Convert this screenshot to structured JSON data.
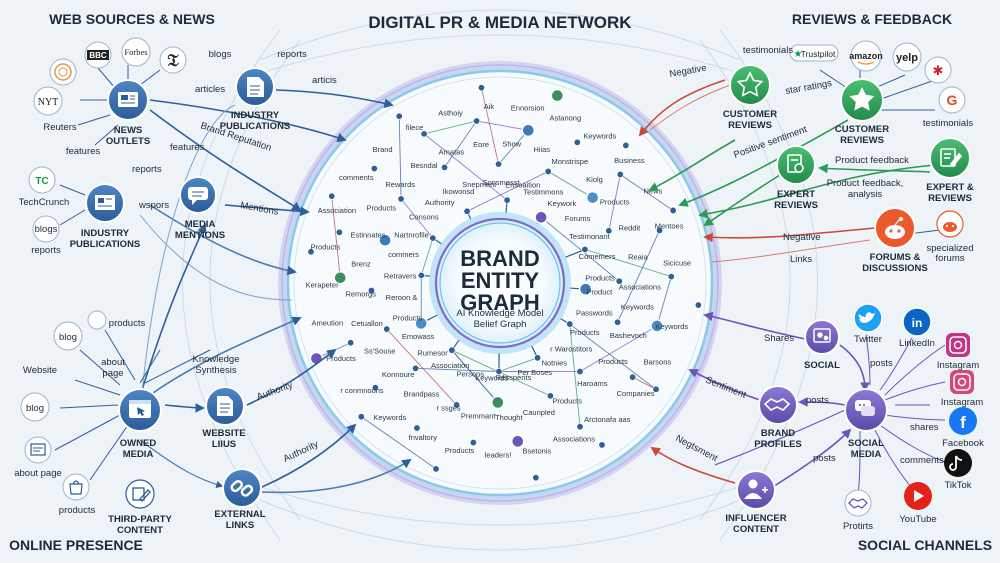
{
  "title": "DIGITAL PR & MEDIA NETWORK",
  "corners": {
    "tl": "WEB SOURCES & NEWS",
    "tr": "REVIEWS & FEEDBACK",
    "bl": "ONLINE PRESENCE",
    "br": "SOCIAL CHANNELS"
  },
  "center": {
    "line1": "BRAND",
    "line2": "ENTITY",
    "line3": "GRAPH",
    "sub1": "AI Knowledge Model",
    "sub2": "Belief Graph"
  },
  "hubs": {
    "news_outlets": [
      "NEWS",
      "OUTLETS"
    ],
    "industry_pub_top": [
      "INDUSTRY",
      "PUBLICATIONS"
    ],
    "industry_pub_left": [
      "INDUSTRY",
      "PUBLICATIONS"
    ],
    "media_mentions": [
      "MEDIA",
      "MENTIONS"
    ],
    "customer_reviews_a": [
      "CUSTOMER",
      "REVIEWS"
    ],
    "customer_reviews_b": [
      "CUSTOMER",
      "REVIEWS"
    ],
    "expert_reviews_a": [
      "EXPERT",
      "REVIEWS"
    ],
    "expert_reviews_b": [
      "EXPERT &",
      "REVIEWS"
    ],
    "forums": [
      "FORUMS &",
      "DISCUSSIONS"
    ],
    "owned_media": [
      "OWNED",
      "MEDIA"
    ],
    "website": [
      "WEBSITE",
      "LIIUS"
    ],
    "external_links": [
      "EXTERNAL",
      "LINKS"
    ],
    "third_party": [
      "THIRD-PARTY",
      "CONTENT"
    ],
    "social": [
      "SOCIAL"
    ],
    "social_media": [
      "SOCIAL",
      "MEDIA"
    ],
    "brand_profiles": [
      "BRAND",
      "PROFILES"
    ],
    "influencer": [
      "INFLUENCER",
      "CONTENT"
    ]
  },
  "sources": {
    "bbc": "BBC",
    "forbes": "Forbes",
    "nyt": "NYT",
    "reuters": "Reuters",
    "features": "features",
    "techcrunch": "TechCrunch",
    "blogs": "blogs",
    "reports": "reports",
    "blogs_top": "blogs",
    "reports_top": "reports",
    "trustpilot": "Trustpilot",
    "amazon": "amazon",
    "yelp": "yelp",
    "testimonials_top": "testimonials",
    "testimonials_right": "testimonials",
    "specialized_forums": [
      "specialized",
      "forums"
    ],
    "blog": "blog",
    "products_owned": "products",
    "about_page": [
      "about",
      "page"
    ],
    "website_src": "Website",
    "blog2": "blog",
    "about_page2": "about page",
    "products2": "products",
    "twitter": "Twitter",
    "linkedin": "LinkedIn",
    "instagram_a": "Instagram",
    "instagram_b": "Instagram",
    "facebook": "Facebook",
    "tiktok": "TikTok",
    "youtube": "YouTube",
    "protirts": "Protirts"
  },
  "edge_labels": {
    "articles_a": "articles",
    "articles_b": "articis",
    "brand_reputation": "Brand Reputation",
    "features": "features",
    "reports": "reports",
    "wspors": "wspors",
    "mentions": "Mentions",
    "negative_top": "Negative",
    "star_ratings": "star ratings",
    "positive_sentiment": "Positive sentiment",
    "product_feedback": "Product feedback",
    "product_feedback_analysis": [
      "Product feedback,",
      "analysis"
    ],
    "negative_mid": "Negative",
    "links": "Links",
    "knowledge_synthesis": [
      "Knowledge",
      "Synthesis"
    ],
    "authority_a": "Authority",
    "authority_b": "Authority",
    "shares_a": "Shares",
    "posts_a": "posts",
    "sentiment": "Sentiment",
    "posts_b": "posts",
    "shares_b": "shares",
    "comments": "comments",
    "posts_c": "posts",
    "negtsment": "Negtsment"
  },
  "inner_labels": [
    "Product",
    "Keywords",
    "Keywords",
    "Passwords",
    "Bashevoch",
    "Barsons",
    "Products",
    "Products",
    "Companies",
    "r Warostitors",
    "Haroams",
    "Arctonafa aas",
    "Notnies",
    "Products",
    "Associations",
    "Per Boses",
    "Caunpled",
    "Bsetonis",
    "Resspents",
    "Thought",
    "leaders!",
    "Keywords",
    "Premmant",
    "Products",
    "Persons",
    "r ssges",
    "fnvaltory",
    "Association",
    "Brandpass",
    "Keywords",
    "Rumesor",
    "Konnoure",
    "r conmnoons",
    "Emowass",
    "Ss'Souse",
    "Products",
    "Products",
    "Cetuallon",
    "Ameution",
    "Reroon &",
    "Remorgs",
    "Kerapeter",
    "Retravers",
    "Brenz",
    "Products",
    "commers",
    "Estinnates",
    "Association",
    "Nartnrofile",
    "Products",
    "comments",
    "Consons",
    "Rewards",
    "Brand",
    "Authority",
    "Besndal",
    "filece",
    "Ikowonsd",
    "Amatas",
    "Asthoiy",
    "Snepment",
    "Eore",
    "Aik",
    "Sonsmasst",
    "Show",
    "Ennorsion",
    "Ensoaition",
    "Hiias",
    "Astanong",
    "Testimmons",
    "Monstrispe",
    "Keywords",
    "Keywork",
    "Kiolg",
    "Business",
    "Forums",
    "Products",
    "News",
    "Testimonant",
    "Reddit",
    "Mentoes",
    "Comemers",
    "Reaia",
    "Sicicuse",
    "Products",
    "Associations"
  ]
}
